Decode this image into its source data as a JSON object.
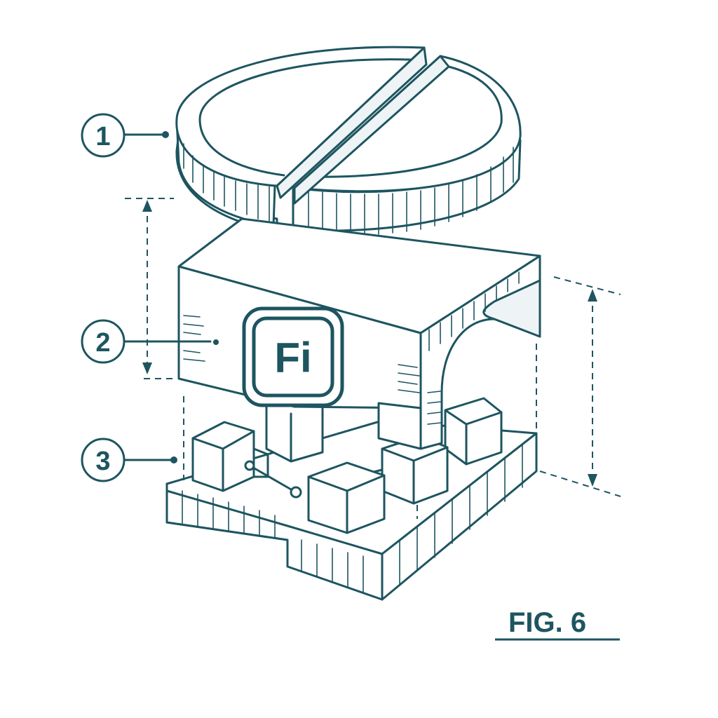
{
  "figure": {
    "label": "FIG. 6",
    "ink_color": "#1d5560",
    "background": "#ffffff"
  },
  "callouts": [
    {
      "number": "1",
      "target": "split-disc-lid"
    },
    {
      "number": "2",
      "target": "logo-housing-block"
    },
    {
      "number": "3",
      "target": "base-plate-with-switches"
    }
  ],
  "logo": {
    "text": "Fi"
  }
}
